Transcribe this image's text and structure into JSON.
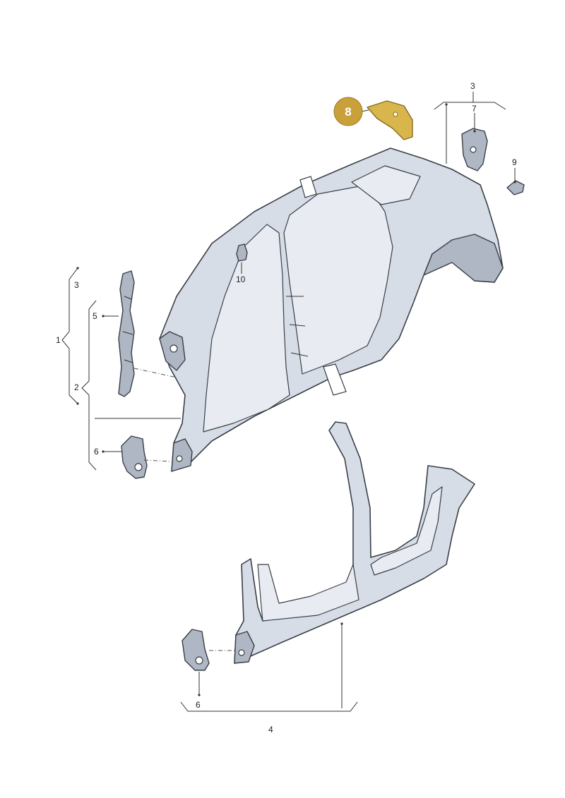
{
  "callouts": {
    "c1": "1",
    "c2": "2",
    "c3_left": "3",
    "c3_top": "3",
    "c4": "4",
    "c5": "5",
    "c6_left": "6",
    "c6_bottom": "6",
    "c7": "7",
    "c8": "8",
    "c9": "9",
    "c10": "10"
  },
  "colors": {
    "highlight_badge": "#c9a03a",
    "highlight_part": "#d9b64c",
    "panel_fill": "#d7dde6",
    "outline": "#3a3f47"
  }
}
